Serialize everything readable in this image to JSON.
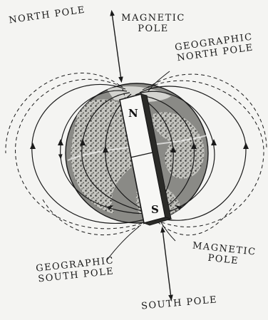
{
  "labels": {
    "north_pole": "NORTH POLE",
    "magnetic_pole_top_1": "MAGNETIC",
    "magnetic_pole_top_2": "POLE",
    "geographic_north_1": "GEOGRAPHIC",
    "geographic_north_2": "NORTH POLE",
    "geographic_south_1": "GEOGRAPHIC",
    "geographic_south_2": "SOUTH POLE",
    "magnetic_pole_bottom_1": "MAGNETIC",
    "magnetic_pole_bottom_2": "POLE",
    "south_pole": "SOUTH POLE"
  },
  "magnet": {
    "north": "N",
    "south": "S"
  },
  "colors": {
    "ink": "#1a1a1a",
    "paper": "#f4f4f2",
    "globe_fill": "#8a8a86"
  }
}
